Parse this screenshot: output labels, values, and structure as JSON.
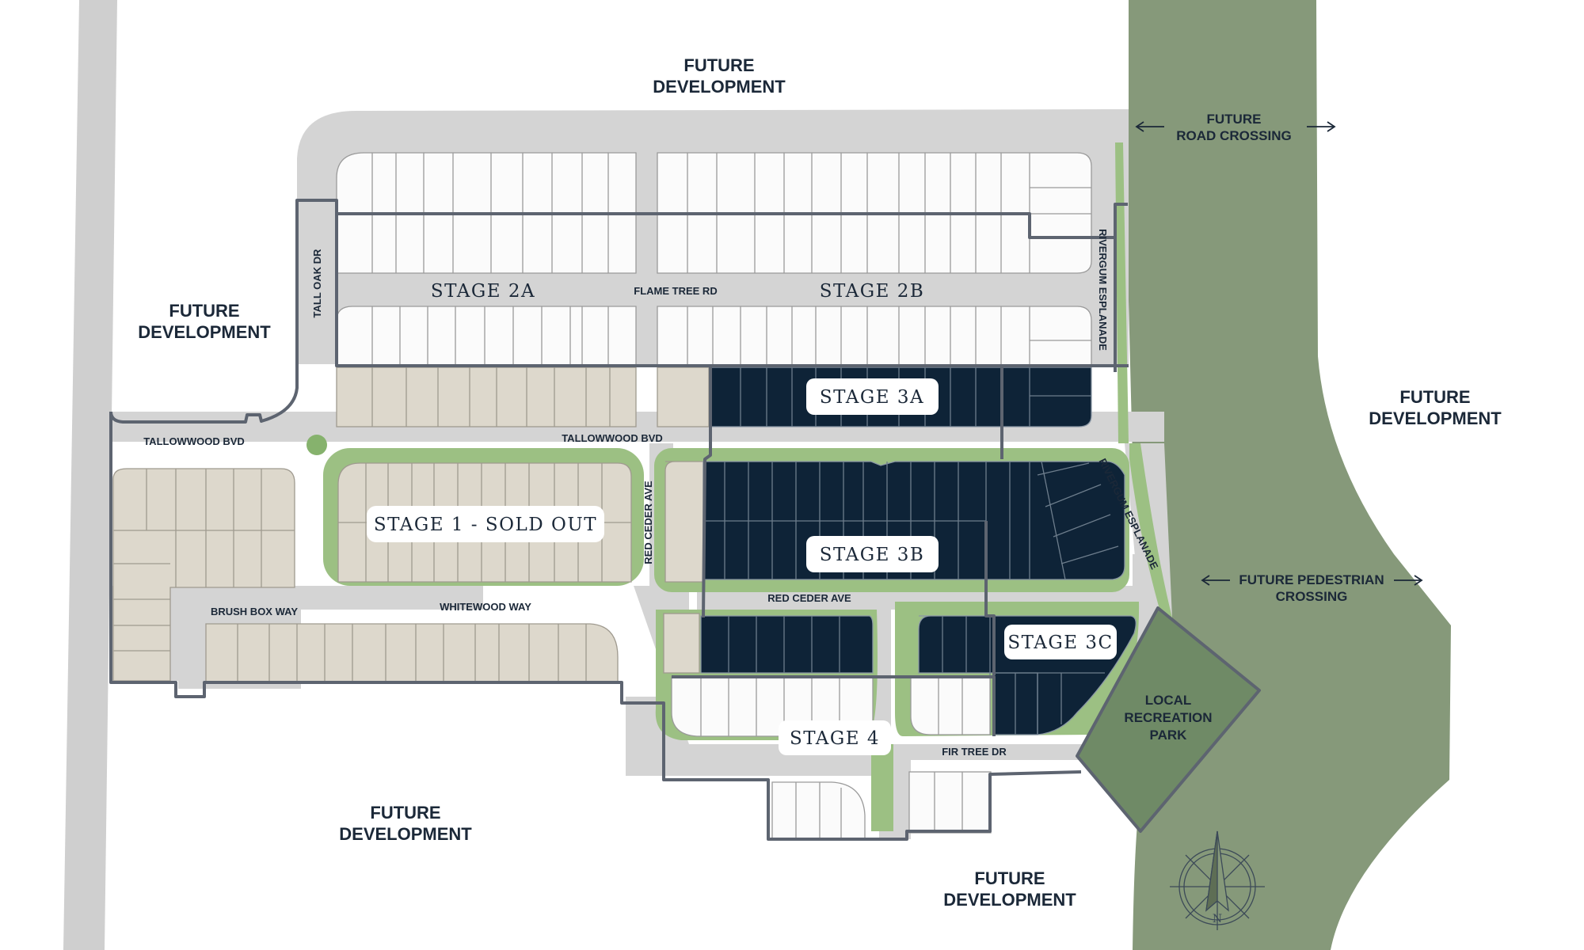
{
  "future_labels": {
    "top": [
      "FUTURE",
      "DEVELOPMENT"
    ],
    "left": [
      "FUTURE",
      "DEVELOPMENT"
    ],
    "right": [
      "FUTURE",
      "DEVELOPMENT"
    ],
    "bottom_left": [
      "FUTURE",
      "DEVELOPMENT"
    ],
    "bottom_mid": [
      "FUTURE",
      "DEVELOPMENT"
    ]
  },
  "crossings": {
    "road": [
      "FUTURE",
      "ROAD CROSSING"
    ],
    "pedestrian": [
      "FUTURE PEDESTRIAN",
      "CROSSING"
    ]
  },
  "park": [
    "LOCAL",
    "RECREATION",
    "PARK"
  ],
  "stages": {
    "s1": "STAGE 1 - SOLD OUT",
    "s2a": "STAGE 2A",
    "s2b": "STAGE 2B",
    "s3a": "STAGE 3A",
    "s3b": "STAGE 3B",
    "s3c": "STAGE 3C",
    "s4": "STAGE 4"
  },
  "roads": {
    "tall_oak": "TALL OAK DR",
    "flame_tree": "FLAME TREE RD",
    "rivergum_north": "RIVERGUM ESPLANADE",
    "rivergum_south": "RIVERGUM ESPLANADE",
    "tallowwood_west": "TALLOWWOOD BVD",
    "tallowwood_mid": "TALLOWWOOD BVD",
    "red_ceder_vertical": "RED CEDER AVE",
    "red_ceder": "RED CEDER AVE",
    "brush_box": "BRUSH BOX WAY",
    "whitewood": "WHITEWOOD WAY",
    "fir_tree": "FIR TREE DR"
  },
  "legend_colors": {
    "sold": "#ddd8cc",
    "available": "#0e2337",
    "future_release": "#fbfbfb",
    "green_corridor": "#86997a",
    "park": "#6f8a66",
    "road": "#d4d4d4"
  },
  "compass": {
    "label": "N"
  }
}
